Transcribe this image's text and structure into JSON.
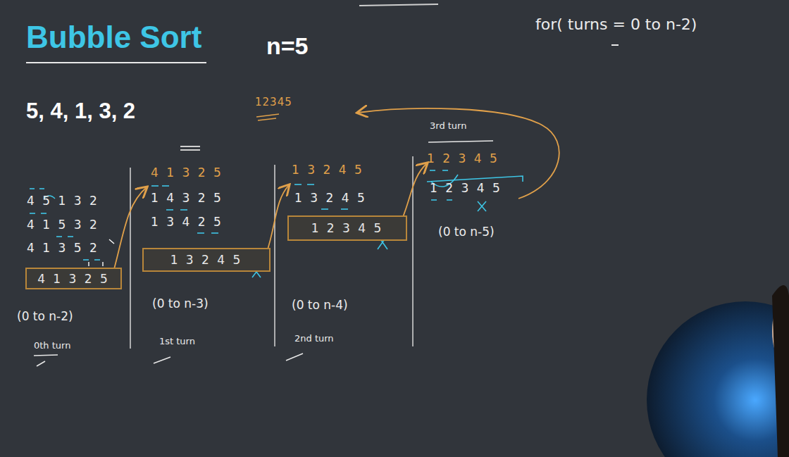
{
  "diagram": {
    "title": "Bubble Sort",
    "nodes": [
      {
        "text": [
          "4 1 3 2 5"
        ]
      },
      {
        "text": [
          "1 3 2 4 5"
        ]
      },
      {
        "text": [
          "1 2 3 4 5"
        ]
      }
    ],
    "labels": [
      "n=5",
      "for( turns = 0 to n-2)",
      "5, 4, 1, 3, 2",
      "12345",
      "3rd turn",
      "4 5 1 3 2",
      "4 1 5 3 2",
      "4 1 3 5 2",
      "(0 to n-2)",
      "0th turn",
      "4 1 3 2 5",
      "1 4 3 2 5",
      "1 3 4 2 5",
      "(0 to n-3)",
      "1st turn",
      "1 3 2 4 5",
      "1 3 2 4 5",
      "(0 to n-4)",
      "2nd turn",
      "1 2 3 4 5",
      "1 2 3 4 5",
      "(0 to n-5)"
    ]
  }
}
